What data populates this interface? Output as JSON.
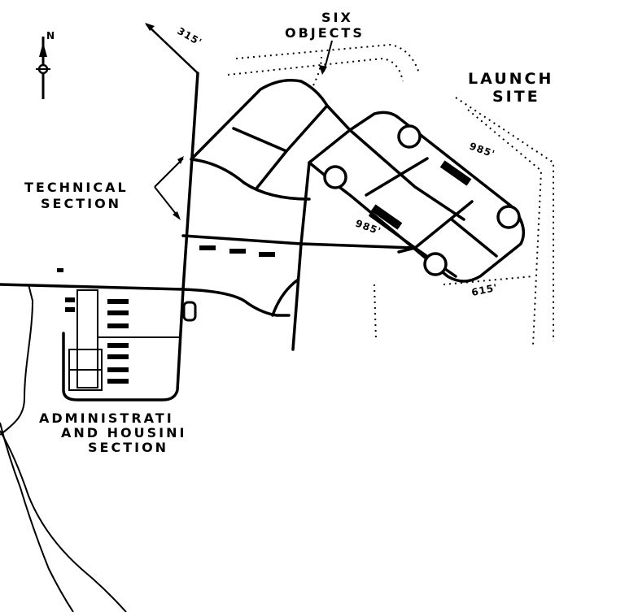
{
  "labels": {
    "six_objects_line1": "SIX",
    "six_objects_line2": "OBJECTS",
    "launch_line1": "LAUNCH",
    "launch_line2": "SITE",
    "technical_line1": "TECHNICAL",
    "technical_line2": "SECTION",
    "admin_line1": "ADMINISTRATI",
    "admin_line2": "AND HOUSINI",
    "admin_line3": "SECTION",
    "north": "N"
  },
  "dimensions": {
    "d315": "315'",
    "d985a": "985'",
    "d985b": "985'",
    "d615": "615'"
  },
  "colors": {
    "ink": "#000000",
    "paper": "#ffffff"
  }
}
